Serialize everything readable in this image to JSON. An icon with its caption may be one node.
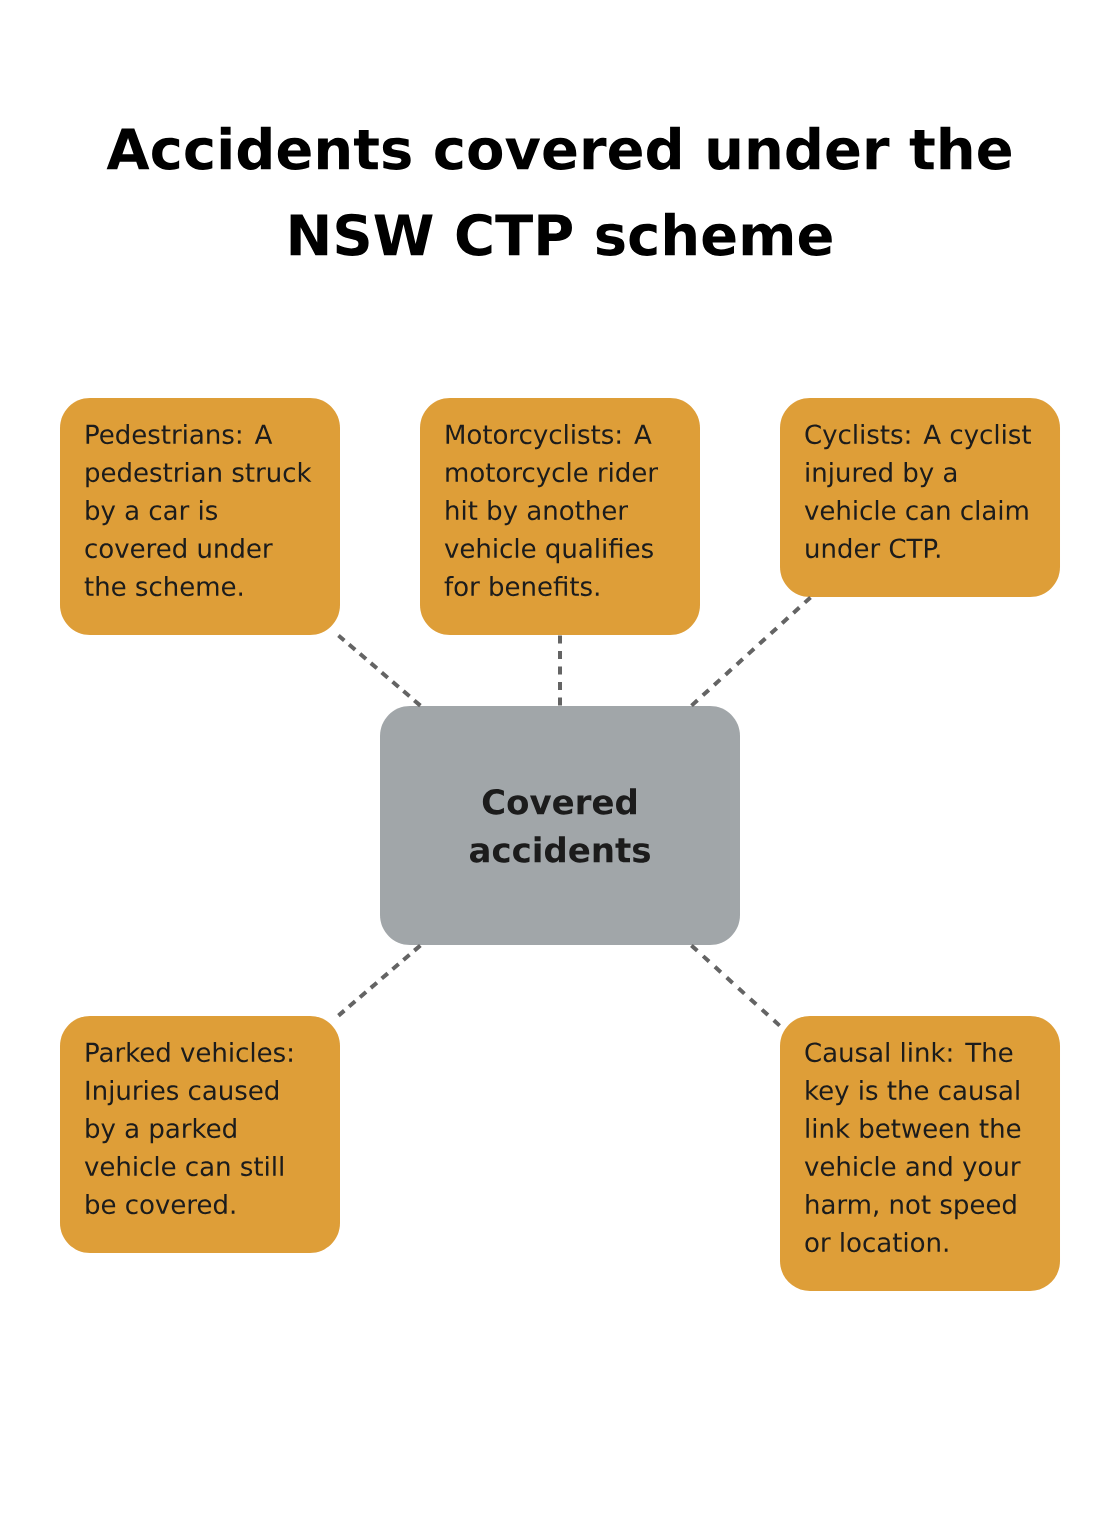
{
  "diagram": {
    "title": "Accidents covered under the NSW CTP scheme",
    "nodes": [
      {
        "text": [
          "Pedestrians: A pedestrian struck by a car is covered under the scheme."
        ]
      },
      {
        "text": [
          "Motorcyclists: A motorcycle rider hit by another vehicle qualifies for benefits."
        ]
      },
      {
        "text": [
          "Cyclists: A cyclist injured by a vehicle can claim under CTP."
        ]
      },
      {
        "text": [
          "Covered accidents"
        ]
      },
      {
        "text": [
          "Parked vehicles: Injuries caused by a parked vehicle can still be covered."
        ]
      },
      {
        "text": [
          "Causal link: The key is the causal link between the vehicle and your harm, not speed or location."
        ]
      }
    ],
    "edges": [
      {
        "from": 3,
        "to": 0,
        "arrow": "none",
        "style": "dashed"
      },
      {
        "from": 3,
        "to": 1,
        "arrow": "none",
        "style": "dashed"
      },
      {
        "from": 3,
        "to": 2,
        "arrow": "none",
        "style": "dashed"
      },
      {
        "from": 3,
        "to": 4,
        "arrow": "none",
        "style": "dashed"
      },
      {
        "from": 3,
        "to": 5,
        "arrow": "none",
        "style": "dashed"
      }
    ]
  }
}
